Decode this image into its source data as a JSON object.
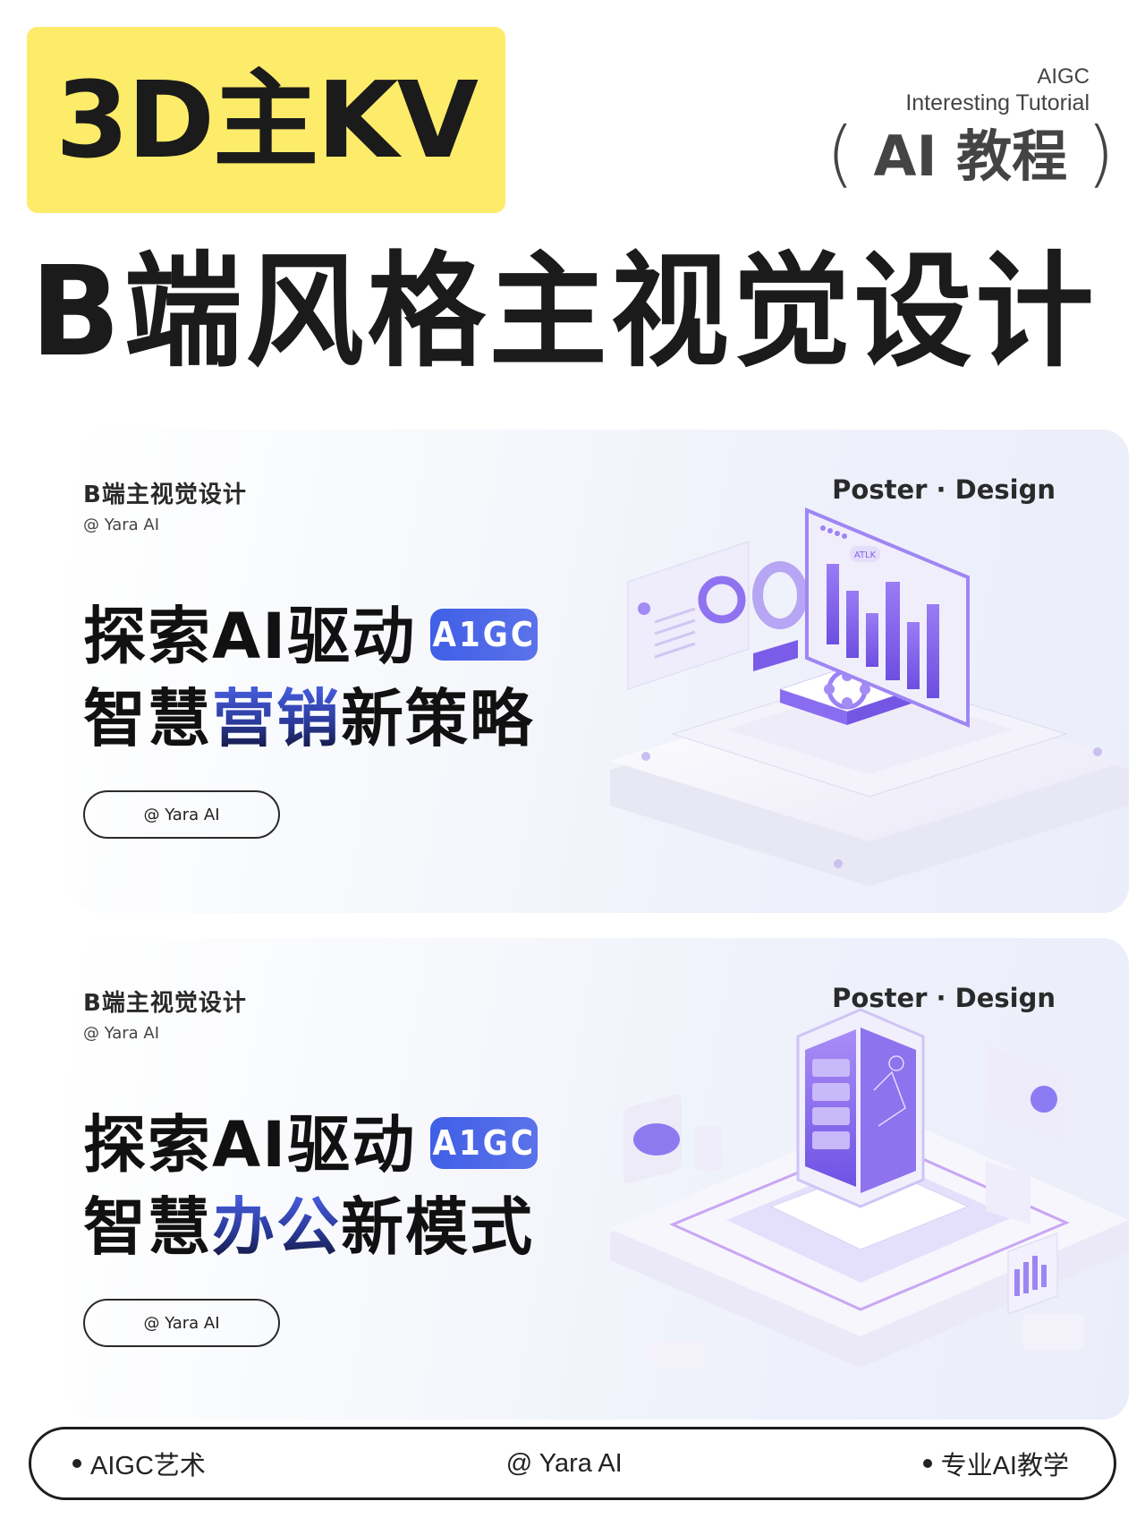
{
  "header": {
    "tag": "3D主KV",
    "brand": {
      "line1": "AIGC",
      "line2": "Interesting Tutorial",
      "line3_open": "(",
      "line3_text": "AI 教程",
      "line3_close": ")"
    },
    "main_title": "B端风格主视觉设计"
  },
  "cards": [
    {
      "sub_title": "B端主视觉设计",
      "sub_author": "@  Yara AI",
      "poster_label": "Poster · Design",
      "headline_line1": "探索AI驱动",
      "badge": "A1GC",
      "headline_line2_pre": "智慧",
      "headline_line2_highlight": "营销",
      "headline_line2_post": "新策略",
      "pill": "@ Yara AI",
      "art": "isometric-dashboard-chart-illustration",
      "art_text": "ATLK"
    },
    {
      "sub_title": "B端主视觉设计",
      "sub_author": "@  Yara AI",
      "poster_label": "Poster · Design",
      "headline_line1": "探索AI驱动",
      "badge": "A1GC",
      "headline_line2_pre": "智慧",
      "headline_line2_highlight": "办公",
      "headline_line2_post": "新模式",
      "pill": "@ Yara AI",
      "art": "isometric-server-cloud-illustration"
    }
  ],
  "footer": {
    "left": "AIGC艺术",
    "center": "@ Yara AI",
    "right": "专业AI教学"
  },
  "colors": {
    "tag_bg": "#fdec6a",
    "badge_blue": "#4361e6",
    "accent_purple": "#8b6cf0",
    "text_dark": "#1b1b1b"
  }
}
